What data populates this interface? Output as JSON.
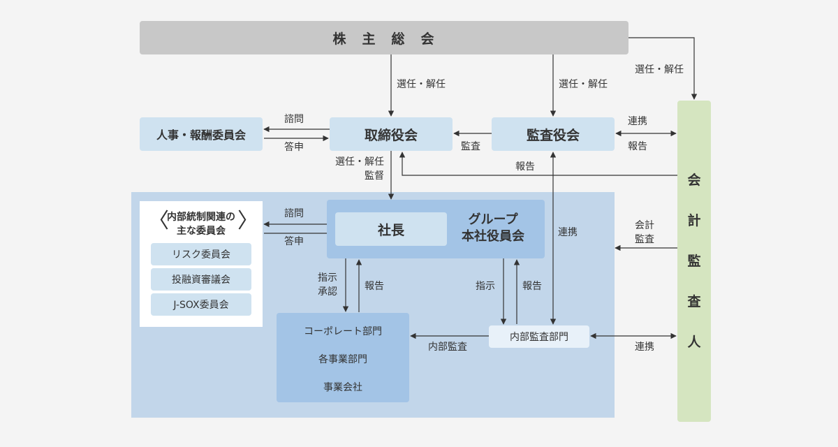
{
  "nodes": {
    "shareholders": "株　主　総　会",
    "board": "取締役会",
    "audit_board": "監査役会",
    "hr_committee": "人事・報酬委員会",
    "president": "社長",
    "group_exec": "グループ\n本社役員会",
    "internal_audit": "内部監査部門",
    "auditor": "会\n計\n監\n査\n人",
    "units": [
      "コーポレート部門",
      "各事業部門",
      "事業会社"
    ]
  },
  "committees": {
    "title": "内部統制関連の\n主な委員会",
    "items": [
      "リスク委員会",
      "投融資審議会",
      "J-SOX委員会"
    ]
  },
  "edge_labels": {
    "elect_board": "選任・解任",
    "elect_audit": "選任・解任",
    "elect_auditor": "選任・解任",
    "consult_hr": "諮問",
    "answer_hr": "答申",
    "audit_board": "監査",
    "coop_audit_auditor": "連携",
    "report_audit_auditor": "報告",
    "report_auditor_board": "報告",
    "elect_supervise": "選任・解任\n監督",
    "consult_cmte": "諮問",
    "answer_cmte": "答申",
    "coop_audit_internal": "連携",
    "accounting_audit": "会計\n監査",
    "instruct_approve": "指示\n承認",
    "report_units": "報告",
    "instruct_internal": "指示",
    "report_internal": "報告",
    "internal_audit_units": "内部監査",
    "coop_internal_auditor": "連携"
  },
  "colors": {
    "shareholders": "#c8c8c8",
    "light_blue": "#cfe2f0",
    "mid_blue": "#a3c4e6",
    "region": "#c2d6ea",
    "auditor_green": "#d5e5c0"
  }
}
